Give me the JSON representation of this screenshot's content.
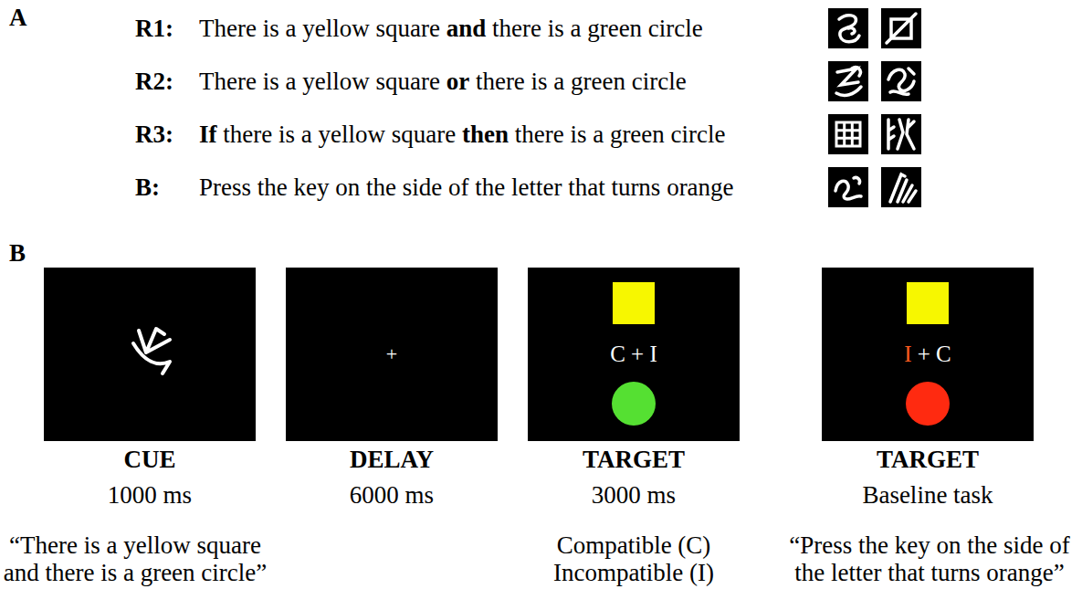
{
  "diagram": {
    "nodes": [
      {
        "text": [
          "+"
        ]
      },
      {
        "text": [
          "C + I"
        ]
      },
      {
        "text": [
          "I",
          "+ C"
        ]
      }
    ],
    "labels": [
      "A",
      "R1:",
      "There is a yellow square",
      "and",
      "there is a green circle",
      "R2:",
      "There is a yellow square",
      "or",
      "there is a green circle",
      "R3:",
      "If",
      "there is a yellow square",
      "then",
      "there is a green circle",
      "B:",
      "Press the key on the side of the letter that turns orange",
      "B",
      "CUE",
      "1000 ms",
      "“There is a yellow square and there is a green circle”",
      "DELAY",
      "6000 ms",
      "TARGET",
      "3000 ms",
      "Compatible (C)",
      "Incompatible (I)",
      "TARGET",
      "Baseline task",
      "“Press the key on the side of the letter that turns orange”"
    ]
  }
}
